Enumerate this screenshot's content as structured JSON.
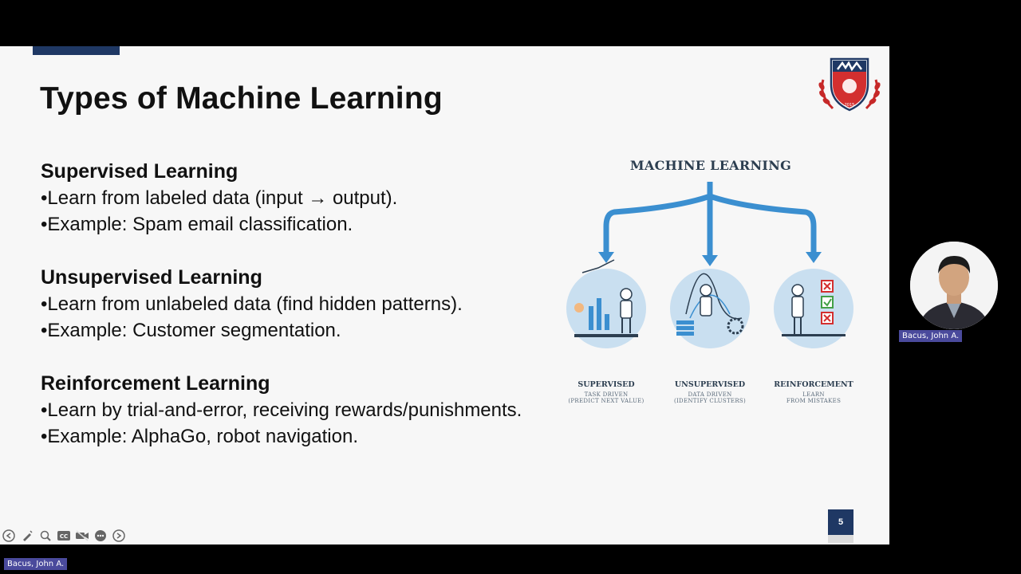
{
  "slide": {
    "title": "Types of Machine Learning",
    "page_number": "5",
    "sections": [
      {
        "heading": "Supervised Learning",
        "bullets": [
          "•Learn from labeled data (input → output).",
          "•Example: Spam email classification."
        ]
      },
      {
        "heading": "Unsupervised Learning",
        "bullets": [
          "•Learn from unlabeled data (find hidden patterns).",
          "•Example: Customer segmentation."
        ]
      },
      {
        "heading": "Reinforcement Learning",
        "bullets": [
          "•Learn by trial-and-error, receiving rewards/punishments.",
          "•Example: AlphaGo, robot navigation."
        ]
      }
    ]
  },
  "diagram": {
    "title": "MACHINE LEARNING",
    "branches": [
      {
        "label": "SUPERVISED",
        "sub1": "TASK DRIVEN",
        "sub2": "(PREDICT NEXT VALUE)"
      },
      {
        "label": "UNSUPERVISED",
        "sub1": "DATA DRIVEN",
        "sub2": "(IDENTIFY CLUSTERS)"
      },
      {
        "label": "REINFORCEMENT",
        "sub1": "LEARN",
        "sub2": "FROM MISTAKES"
      }
    ]
  },
  "logo": {
    "year": "2015"
  },
  "participant": {
    "name": "Bacus, John A."
  },
  "presenter_bar": {
    "name": "Bacus, John A."
  },
  "controls": [
    "back-icon",
    "pen-icon",
    "zoom-icon",
    "captions-icon",
    "camera-off-icon",
    "more-icon",
    "forward-icon"
  ],
  "colors": {
    "accent": "#1f3864",
    "arrow": "#4a9fd6",
    "badge": "#4a4a9c",
    "shield": "#d32f2f"
  }
}
